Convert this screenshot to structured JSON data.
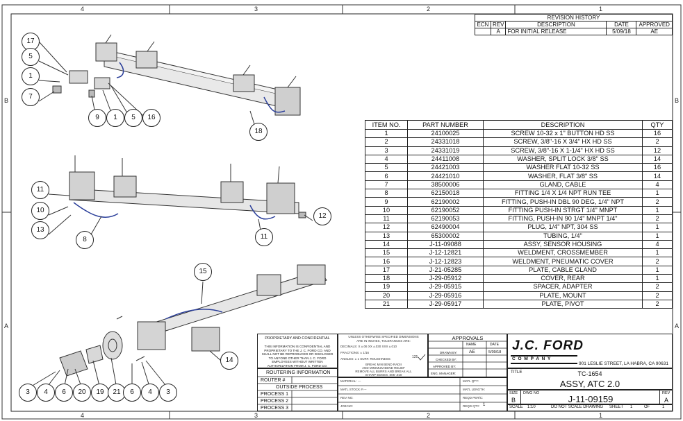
{
  "zones": {
    "top": [
      "4",
      "3",
      "2",
      "1"
    ],
    "bottom": [
      "4",
      "3",
      "2",
      "1"
    ],
    "left": [
      "B",
      "A"
    ],
    "right": [
      "B",
      "A"
    ]
  },
  "revision": {
    "title": "REVISION HISTORY",
    "headers": [
      "ECN",
      "REV",
      "DESCRIPTION",
      "DATE",
      "APPROVED"
    ],
    "rows": [
      [
        "",
        "A",
        "FOR INITIAL RELEASE",
        "5/09/18",
        "AE"
      ]
    ]
  },
  "bom": {
    "headers": [
      "ITEM NO.",
      "PART NUMBER",
      "DESCRIPTION",
      "QTY"
    ],
    "rows": [
      [
        "1",
        "24100025",
        "SCREW 10-32 x 1\" BUTTON HD SS",
        "16"
      ],
      [
        "2",
        "24331018",
        "SCREW, 3/8\"-16 X 3/4\" HX HD SS",
        "2"
      ],
      [
        "3",
        "24331019",
        "SCREW, 3/8\"-16 X 1-1/4\" HX HD SS",
        "12"
      ],
      [
        "4",
        "24411008",
        "WASHER, SPLIT LOCK 3/8\" SS",
        "14"
      ],
      [
        "5",
        "24421003",
        "WASHER FLAT 10-32 SS",
        "16"
      ],
      [
        "6",
        "24421010",
        "WASHER, FLAT 3/8\" SS",
        "14"
      ],
      [
        "7",
        "38500006",
        "GLAND, CABLE",
        "4"
      ],
      [
        "8",
        "62150018",
        "FITTING 1/4 X 1/4 NPT RUN TEE",
        "1"
      ],
      [
        "9",
        "62190002",
        "FITTING, PUSH-IN DBL 90 DEG, 1/4\" NPT",
        "2"
      ],
      [
        "10",
        "62190052",
        "FITTING PUSH-IN STRGT 1/4\" MNPT",
        "1"
      ],
      [
        "11",
        "62190053",
        "FITTING, PUSH-IN 90 1/4\" MNPT 1/4\"",
        "2"
      ],
      [
        "12",
        "62490004",
        "PLUG, 1/4\" NPT, 304 SS",
        "1"
      ],
      [
        "13",
        "65300002",
        "TUBING, 1/4\"",
        "1"
      ],
      [
        "14",
        "J-11-09088",
        "ASSY, SENSOR HOUSING",
        "4"
      ],
      [
        "15",
        "J-12-12821",
        "WELDMENT, CROSSMEMBER",
        "1"
      ],
      [
        "16",
        "J-12-12823",
        "WELDMENT, PNEUMATIC COVER",
        "2"
      ],
      [
        "17",
        "J-21-05285",
        "PLATE, CABLE GLAND",
        "1"
      ],
      [
        "18",
        "J-29-05912",
        "COVER, REAR",
        "1"
      ],
      [
        "19",
        "J-29-05915",
        "SPACER, ADAPTER",
        "2"
      ],
      [
        "20",
        "J-29-05916",
        "PLATE, MOUNT",
        "2"
      ],
      [
        "21",
        "J-29-05917",
        "PLATE, PIVOT",
        "2"
      ]
    ]
  },
  "balloons": {
    "view1": [
      "17",
      "5",
      "1",
      "7",
      "9",
      "1",
      "5",
      "16",
      "18"
    ],
    "view2": [
      "11",
      "10",
      "13",
      "8",
      "11",
      "12"
    ],
    "view3": [
      "15",
      "14",
      "3",
      "4",
      "6",
      "20",
      "19",
      "21",
      "6",
      "4",
      "3"
    ]
  },
  "title_block": {
    "proprietary_title": "PROPRIETARY AND CONFIDENTIAL",
    "proprietary_text": [
      "THIS INFORMATION IS CONFIDENTIAL AND",
      "PROPRIETARY TO THE J. C. FORD CO. AND",
      "SHALL NOT BE REPRODUCED OR DISCLOSED",
      "TO ANYONE OTHER THAN J. C. FORD",
      "EMPLOYEES WITHOUT WRITTEN",
      "AUTHORIZATION FROM J. C. FORD CO."
    ],
    "tolerance_lines": [
      "UNLESS OTHERWISE SPECIFIED DIMENSIONS",
      "ARE IN INCHES, TOLERANCES ARE:"
    ],
    "decimals": "DECIMALS:  X ±.06     XX ±.030   XXX ±.010",
    "fractions": "FRACTIONS:  ±  1/16",
    "angles": "ANGLES:   ± 1    SURF. ROUGHNESS:",
    "roughness_value": "125",
    "radii_lines": [
      "BREAK MIN BEND RADII",
      "AND MINIMUM  BEND RELIEF"
    ],
    "burrs_lines": [
      "REMOVE ALL BURRS AND BREAK ALL",
      "SHARP EDGES .005-.010"
    ],
    "approvals": "APPROVALS",
    "name_label": "NAME",
    "date_label": "DATE",
    "drawn_by_label": "DRAWN BY:",
    "drawn_by": "AE",
    "drawn_date": "5/09/18",
    "checked_by_label": "CHECKED BY:",
    "approved_by_label": "APPROVED BY:",
    "eng_manager_label": "ENG. MANAGER:",
    "routing": "ROUTERING INFORMATION",
    "router_label": "ROUTER #",
    "outside_process": "OUTSIDE PROCESS",
    "process1": "PROCESS 1",
    "process2": "PROCESS 2",
    "process3": "PROCESS 3",
    "material_label": "MATERIAL:",
    "material_value": "---",
    "matl_stock_label": "MATL STOCK #:",
    "matl_stock_value": "---",
    "rev_label": "REV NO:",
    "job_label": "JOB NO:",
    "matl_qty_label": "MATL QTY:",
    "matl_length_label": "MATL LENGTH:",
    "reqd_per_label": "REQD PER/C:",
    "reqd_qty_label": "REQD QTY:",
    "reqd_qty_value": "1",
    "logo_main": "J.C. FORD",
    "logo_sub": "C O M P A N Y",
    "address": "901 LESLIE STREET, LA HABRA, CA 90631",
    "title_label": "TITLE",
    "drawing_code": "TC-1654",
    "drawing_title": "ASSY, ATC 2.0",
    "size_label": "SIZE",
    "size_value": "B",
    "dwg_no_label": "DWG NO",
    "dwg_no": "J-11-09159",
    "rev_col_label": "REV",
    "rev_value": "A",
    "scale_label": "SCALE",
    "scale_value": "1:10",
    "no_scale": "DO NOT SCALE DRAWING",
    "sheet_label": "SHEET",
    "sheet_num": "1",
    "of_label": "OF",
    "sheet_total": "1"
  }
}
